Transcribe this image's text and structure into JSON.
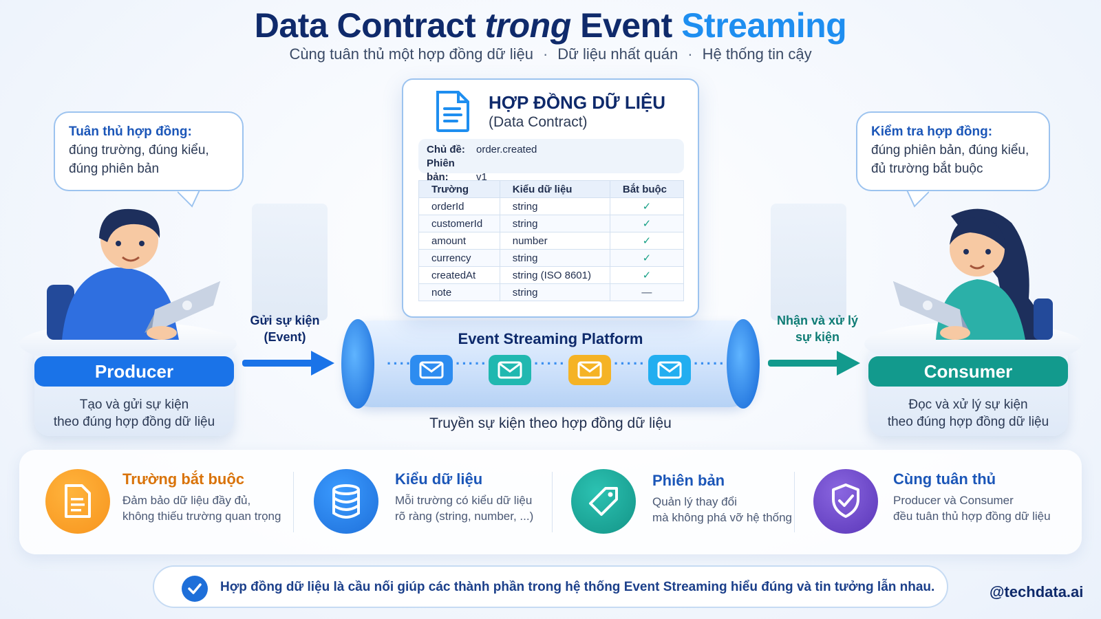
{
  "title": {
    "part1": "Data Contract ",
    "part2": "trong",
    "part3": " Event ",
    "part4": "Streaming"
  },
  "subtitle": {
    "item1": "Cùng tuân thủ một hợp đồng dữ liệu",
    "item2": "Dữ liệu nhất quán",
    "item3": "Hệ thống tin cậy",
    "separator": "·"
  },
  "producer": {
    "bubble_title": "Tuân thủ hợp đồng:",
    "bubble_line1": "đúng trường, đúng kiểu,",
    "bubble_line2": "đúng phiên bản",
    "label": "Producer",
    "desc_line1": "Tạo và gửi sự kiện",
    "desc_line2": "theo đúng hợp đồng dữ liệu"
  },
  "consumer": {
    "bubble_title": "Kiểm tra hợp đồng:",
    "bubble_line1": "đúng phiên bản, đúng kiểu,",
    "bubble_line2": "đủ trường bắt buộc",
    "label": "Consumer",
    "desc_line1": "Đọc và xử lý sự kiện",
    "desc_line2": "theo đúng hợp đồng dữ liệu"
  },
  "contract": {
    "title": "HỢP ĐỒNG DỮ LIỆU",
    "subtitle": "(Data Contract)",
    "topic_key": "Chủ đề:",
    "topic_value": "order.created",
    "version_key": "Phiên bản:",
    "version_value": "v1",
    "headers": [
      "Trường",
      "Kiểu dữ liệu",
      "Bắt buộc"
    ],
    "rows": [
      {
        "field": "orderId",
        "type": "string",
        "required": "✓"
      },
      {
        "field": "customerId",
        "type": "string",
        "required": "✓"
      },
      {
        "field": "amount",
        "type": "number",
        "required": "✓"
      },
      {
        "field": "currency",
        "type": "string",
        "required": "✓"
      },
      {
        "field": "createdAt",
        "type": "string (ISO 8601)",
        "required": "✓"
      },
      {
        "field": "note",
        "type": "string",
        "required": "—"
      }
    ]
  },
  "send_label": {
    "line1": "Gửi sự kiện",
    "line2": "(Event)"
  },
  "receive_label": {
    "line1": "Nhận và xử lý",
    "line2": "sự kiện"
  },
  "pipe": {
    "title": "Event Streaming Platform",
    "caption": "Truyền sự kiện theo hợp đồng dữ liệu",
    "dots": "·····"
  },
  "colors": {
    "producer": "#1a73e8",
    "consumer": "#129a8d",
    "envelope1": "#2d8cf0",
    "envelope2": "#20b8b0",
    "envelope3": "#f5b325",
    "envelope4": "#22aef0",
    "feat1": "#f7941d",
    "feat2": "#1e80e8",
    "feat3": "#16a89a",
    "feat4": "#6b45c8"
  },
  "features": [
    {
      "title": "Trường bắt buộc",
      "line1": "Đảm bảo dữ liệu đầy đủ,",
      "line2": "không thiếu trường quan trọng",
      "icon": "document-icon"
    },
    {
      "title": "Kiểu dữ liệu",
      "line1": "Mỗi trường có kiểu dữ liệu",
      "line2": "rõ ràng (string, number, ...)",
      "icon": "database-icon"
    },
    {
      "title": "Phiên bản",
      "line1": "Quản lý thay đổi",
      "line2": "mà không phá vỡ hệ thống",
      "icon": "tag-icon"
    },
    {
      "title": "Cùng tuân thủ",
      "line1": "Producer và Consumer",
      "line2": "đều tuân thủ hợp đồng dữ liệu",
      "icon": "shield-check-icon"
    }
  ],
  "footer": {
    "text": "Hợp đồng dữ liệu là cầu nối giúp các thành phần trong hệ thống Event Streaming hiểu đúng và tin tưởng lẫn nhau."
  },
  "brand": "@techdata.ai"
}
